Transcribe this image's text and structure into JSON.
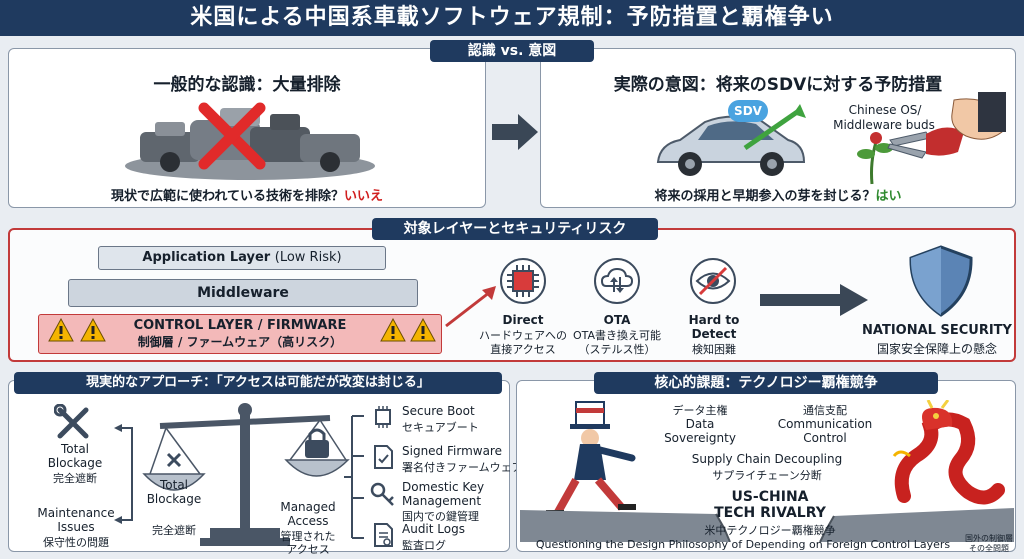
{
  "title": "米国による中国系車載ソフトウェア規制：予防措置と覇権争い",
  "section1": {
    "header": "認識 vs. 意図",
    "left": {
      "heading": "一般的な認識：大量排除",
      "question": "現状で広範に使われている技術を排除？",
      "answer": "いいえ"
    },
    "right": {
      "heading": "実際の意図：将来のSDVに対する予防措置",
      "car_badge": "SDV",
      "bud_label_1": "Chinese OS/",
      "bud_label_2": "Middleware buds",
      "question": "将来の採用と早期参入の芽を封じる？",
      "answer": "はい"
    }
  },
  "section2": {
    "header": "対象レイヤーとセキュリティリスク",
    "layers": {
      "application": "Application Layer",
      "application_risk": "(Low Risk)",
      "middleware": "Middleware",
      "control_en": "CONTROL LAYER / FIRMWARE",
      "control_ja": "制御層 / ファームウェア（高リスク）"
    },
    "risks": [
      {
        "en": "Direct",
        "ja1": "ハードウェアへの",
        "ja2": "直接アクセス"
      },
      {
        "en": "OTA",
        "ja1": "OTA書き換え可能",
        "ja2": "（ステルス性）"
      },
      {
        "en": "Hard to",
        "en2": "Detect",
        "ja1": "検知困難"
      }
    ],
    "security_en": "NATIONAL SECURITY",
    "security_ja": "国家安全保障上の懸念"
  },
  "section3": {
    "header": "現実的なアプローチ：「アクセスは可能だが改変は封じる」",
    "left_items": [
      {
        "en1": "Total",
        "en2": "Blockage",
        "ja": "完全遮断"
      },
      {
        "en1": "Maintenance",
        "en2": "Issues",
        "ja": "保守性の問題"
      }
    ],
    "pan_left_1": "Total",
    "pan_left_2": "Blockage",
    "pan_left_ja": "完全遮断",
    "pan_right_1": "Managed",
    "pan_right_2": "Access",
    "pan_right_ja1": "管理された",
    "pan_right_ja2": "アクセス",
    "right_items": [
      {
        "en1": "Secure Boot",
        "ja": "セキュアブート"
      },
      {
        "en1": "Signed Firmware",
        "ja": "署名付きファームウェア"
      },
      {
        "en1": "Domestic Key",
        "en2": "Management",
        "ja": "国内での鍵管理"
      },
      {
        "en1": "Audit Logs",
        "ja": "監査ログ"
      }
    ]
  },
  "section4": {
    "header": "核心的課題：テクノロジー覇権競争",
    "data_sov_ja": "データ主権",
    "data_sov_1": "Data",
    "data_sov_2": "Sovereignty",
    "comm_ja": "通信支配",
    "comm_1": "Communication",
    "comm_2": "Control",
    "supply_en": "Supply Chain Decoupling",
    "supply_ja": "サプライチェーン分断",
    "rivalry_1": "US-CHINA",
    "rivalry_2": "TECH RIVALRY",
    "rivalry_ja": "米中テクノロジー覇権競争",
    "footer_en": "Questioning the Design Philosophy of Depending on Foreign Control Layers",
    "footer_ja1": "国外の制御層",
    "footer_ja2": "その全問題"
  },
  "colors": {
    "navy": "#1f3a5f",
    "red": "#d11f1f",
    "green": "#2f8a2f",
    "control_bg": "#f3b9b9"
  }
}
